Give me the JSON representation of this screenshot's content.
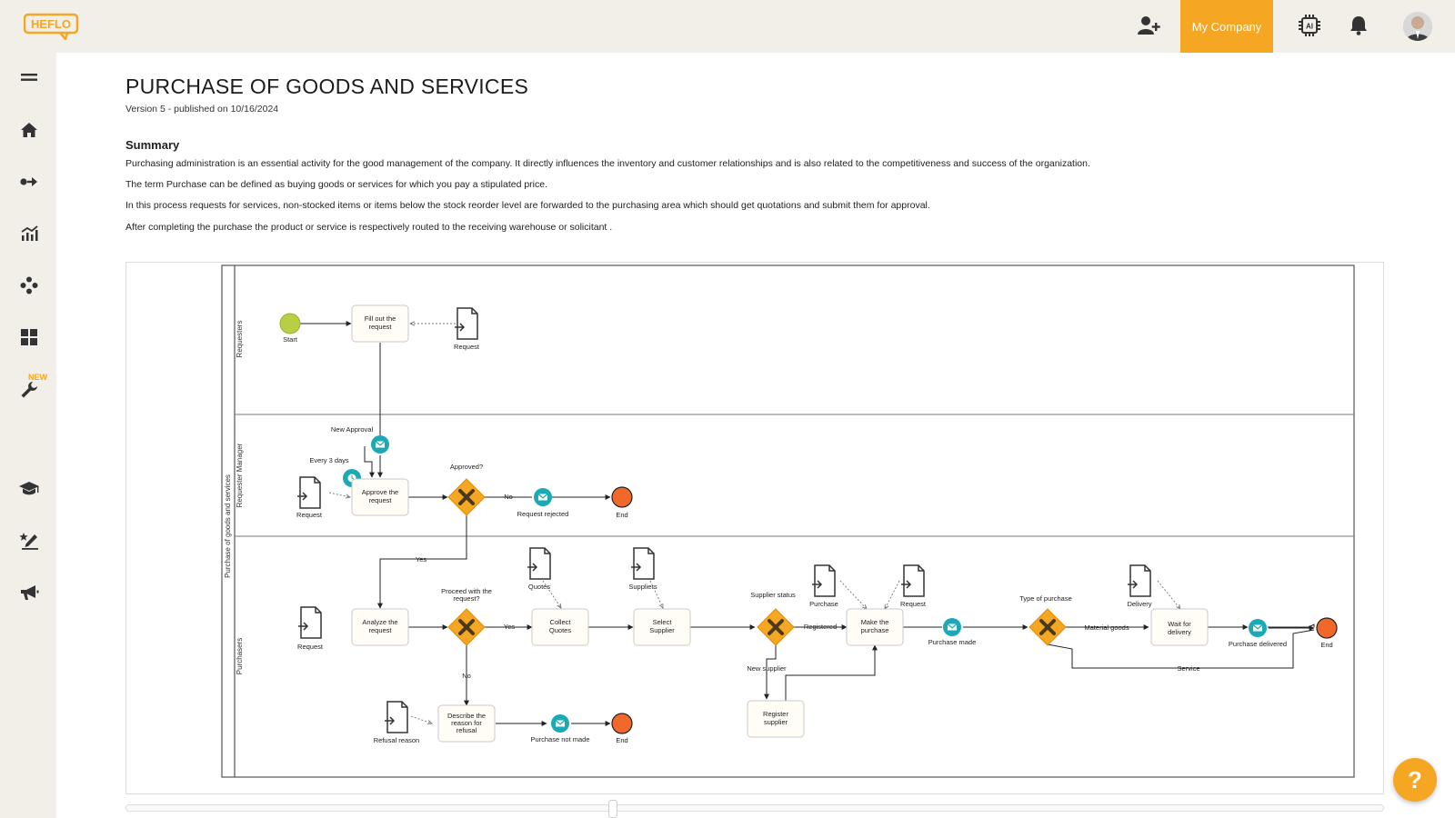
{
  "brand": {
    "logo_text": "HEFLO",
    "accent": "#f5a623"
  },
  "topbar": {
    "company_label": "My Company",
    "ai_label": "AI"
  },
  "sidebar": {
    "new_badge": "NEW"
  },
  "page": {
    "title": "PURCHASE OF GOODS AND SERVICES",
    "version": "Version 5 - published on 10/16/2024",
    "summary_heading": "Summary",
    "paragraphs": [
      "Purchasing administration is an essential activity for the good management of the company. It directly influences the inventory and customer relationships and is also related to the competitiveness and success of the organization.",
      "The term Purchase can be defined as buying goods or services for which you pay a stipulated price.",
      "In this process requests for services, non-stocked items or items below the stock reorder level are forwarded to the purchasing area which should get quotations and submit them for approval.",
      "After completing the purchase the product or service is respectively routed to the receiving warehouse or solicitant ."
    ]
  },
  "diagram": {
    "pool": "Purchase of goods and services",
    "lanes": [
      "Requesters",
      "Requester Manager",
      "Purchasers"
    ],
    "tasks": {
      "fill_request": [
        "Fill out the",
        "request"
      ],
      "approve_request": [
        "Approve the",
        "request"
      ],
      "analyze_request": [
        "Analyze the",
        "request"
      ],
      "collect_quotes": [
        "Collect",
        "Quotes"
      ],
      "select_supplier": [
        "Select",
        "Supplier"
      ],
      "make_purchase": [
        "Make the",
        "purchase"
      ],
      "wait_delivery": [
        "Wait for",
        "delivery"
      ],
      "describe_reason": [
        "Describe the",
        "reason for",
        "refusal"
      ],
      "register_supplier": [
        "Register",
        "supplier"
      ]
    },
    "labels": {
      "start": "Start",
      "request": "Request",
      "new_approval": "New Approval",
      "every_3_days": "Every 3 days",
      "approved": "Approved?",
      "no": "No",
      "yes": "Yes",
      "request_rejected": "Request rejected",
      "end": "End",
      "proceed": [
        "Proceed with the",
        "request?"
      ],
      "quotes": "Quotes",
      "suppliers": "Suppliers",
      "supplier_status": "Supplier status",
      "registered": "Registered",
      "new_supplier": "New supplier",
      "purchase": "Purchase",
      "purchase_made": "Purchase made",
      "type_of_purchase": "Type of purchase",
      "material_goods": "Material goods",
      "delivery": "Delivery",
      "service": "Service",
      "purchase_delivered": "Purchase delivered",
      "refusal_reason": "Refusal reason",
      "purchase_not_made": "Purchase not made"
    }
  },
  "help": {
    "label": "?"
  }
}
